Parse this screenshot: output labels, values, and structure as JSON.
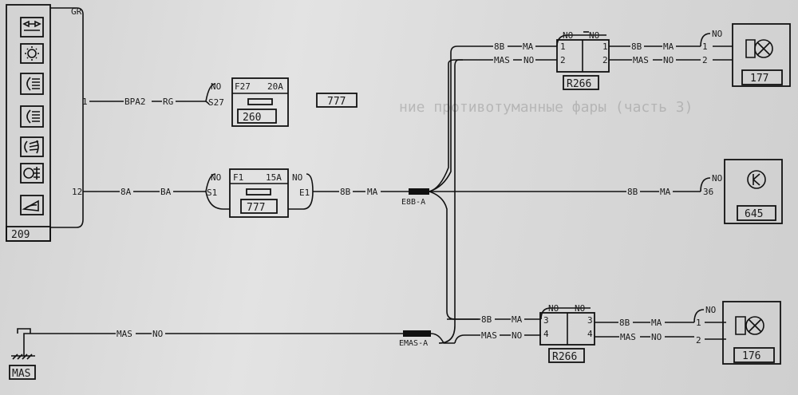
{
  "module_209": {
    "id": "209",
    "gr_label": "GR",
    "pin1": "1",
    "pin12": "12",
    "icons": [
      "turn-signal-icon",
      "hazard-icon",
      "low-beam-icon",
      "high-beam-icon",
      "front-fog-icon",
      "rear-fog-icon",
      "horn-icon"
    ]
  },
  "fuse_260": {
    "no": "NO",
    "fuse": "F27",
    "rating": "20A",
    "slot": "S27",
    "id": "260"
  },
  "ref_777": "777",
  "fuse_777": {
    "no_left": "NO",
    "fuse": "F1",
    "rating": "15A",
    "no_right": "NO",
    "slot_left": "S1",
    "slot_right": "E1",
    "id": "777"
  },
  "wires": {
    "bpa2": "BPA2",
    "rg": "RG",
    "8a": "8A",
    "ba": "BA",
    "8b": "8B",
    "ma": "MA",
    "mas": "MAS",
    "no": "NO"
  },
  "splices": {
    "e8b": "E8B-A",
    "emas": "EMAS-A"
  },
  "connector_top": {
    "no1": "NO",
    "no2": "NO",
    "pin1": "1",
    "pin2": "2",
    "id": "R266"
  },
  "connector_bottom": {
    "no1": "NO",
    "no2": "NO",
    "pin3": "3",
    "pin4": "4",
    "id": "R266"
  },
  "lamp_177": {
    "no": "NO",
    "pin1": "1",
    "pin2": "2",
    "id": "177"
  },
  "lamp_176": {
    "no": "NO",
    "pin1": "1",
    "pin2": "2",
    "id": "176"
  },
  "unit_645": {
    "no": "NO",
    "pin": "36",
    "id": "645"
  },
  "ground": {
    "id": "MAS"
  },
  "page_title": "ние противотуманные фары (часть 3)"
}
